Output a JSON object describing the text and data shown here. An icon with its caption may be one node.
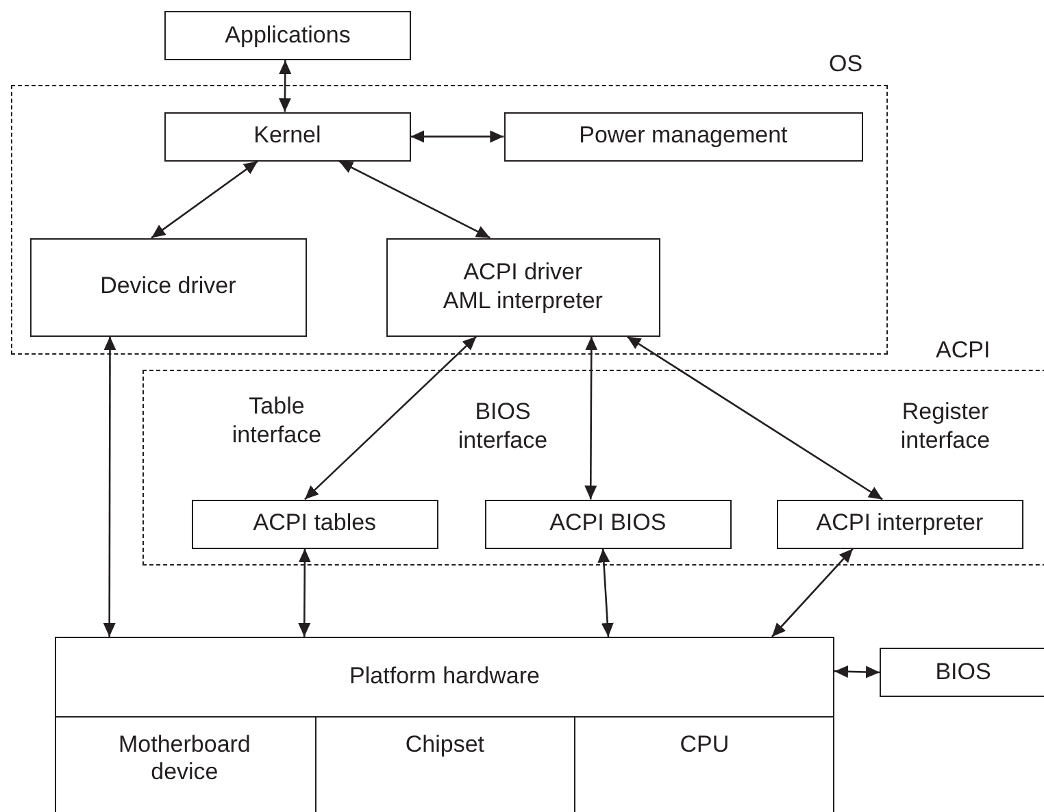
{
  "diagram": {
    "nodes": [
      {
        "text": [
          "Applications"
        ]
      },
      {
        "text": [
          "OS"
        ]
      },
      {
        "text": [
          "Kernel"
        ],
        "in": 1
      },
      {
        "text": [
          "Power management"
        ],
        "in": 1
      },
      {
        "text": [
          "Device driver"
        ],
        "in": 1
      },
      {
        "text": [
          "ACPI driver",
          "AML interpreter"
        ],
        "in": 1
      },
      {
        "text": [
          "ACPI"
        ]
      },
      {
        "text": [
          "ACPI tables"
        ],
        "in": 6
      },
      {
        "text": [
          "ACPI BIOS"
        ],
        "in": 6
      },
      {
        "text": [
          "ACPI interpreter"
        ],
        "in": 6
      },
      {
        "text": [
          "Platform hardware"
        ]
      },
      {
        "text": [
          "Motherboard device"
        ],
        "in": 10
      },
      {
        "text": [
          "Chipset"
        ],
        "in": 10
      },
      {
        "text": [
          "CPU"
        ],
        "in": 10
      },
      {
        "text": [
          "BIOS"
        ]
      }
    ],
    "edges": [
      {
        "from": 0,
        "to": 2,
        "arrow": "both"
      },
      {
        "from": 2,
        "to": 3,
        "arrow": "both"
      },
      {
        "from": 2,
        "to": 4,
        "arrow": "both"
      },
      {
        "from": 2,
        "to": 5,
        "arrow": "both"
      },
      {
        "from": 4,
        "to": 10,
        "arrow": "both"
      },
      {
        "from": 5,
        "to": 7,
        "arrow": "both",
        "label": "Table interface"
      },
      {
        "from": 5,
        "to": 8,
        "arrow": "both",
        "label": "BIOS interface"
      },
      {
        "from": 5,
        "to": 9,
        "arrow": "both",
        "label": "Register interface"
      },
      {
        "from": 7,
        "to": 10,
        "arrow": "both"
      },
      {
        "from": 8,
        "to": 10,
        "arrow": "both"
      },
      {
        "from": 9,
        "to": 10,
        "arrow": "both"
      },
      {
        "from": 10,
        "to": 14,
        "arrow": "both"
      }
    ]
  }
}
